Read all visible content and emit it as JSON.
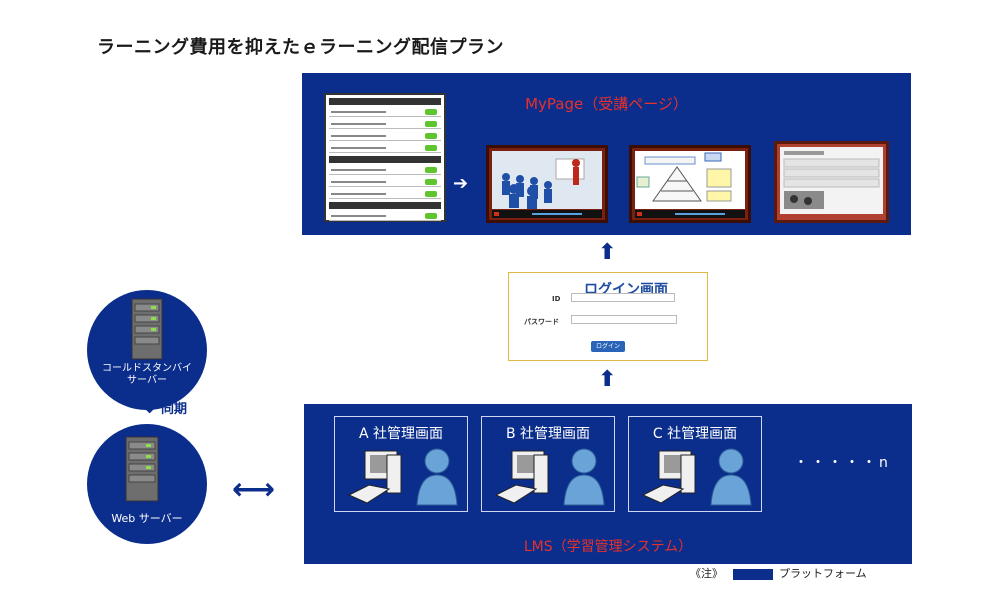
{
  "title": "ラーニング費用を抑えたｅラーニング配信プラン",
  "mypage": {
    "title": "MyPage（受講ページ）"
  },
  "login": {
    "title": "ログイン画面",
    "id_label": "ID",
    "password_label": "パスワード",
    "button_label": "ログイン"
  },
  "lms": {
    "title": "LMS（学習管理システム）",
    "companies": [
      "A 社管理画面",
      "B 社管理画面",
      "C 社管理画面"
    ],
    "more": "・・・・・n"
  },
  "servers": {
    "standby": [
      "コールドスタンバイ",
      "サーバー"
    ],
    "web": "Web サーバー",
    "sync": "同期"
  },
  "legend": {
    "note": "《注》",
    "label": "プラットフォーム"
  },
  "colors": {
    "navy": "#0b2e8c",
    "red_title": "#e8302a",
    "login_border": "#e1b941"
  }
}
